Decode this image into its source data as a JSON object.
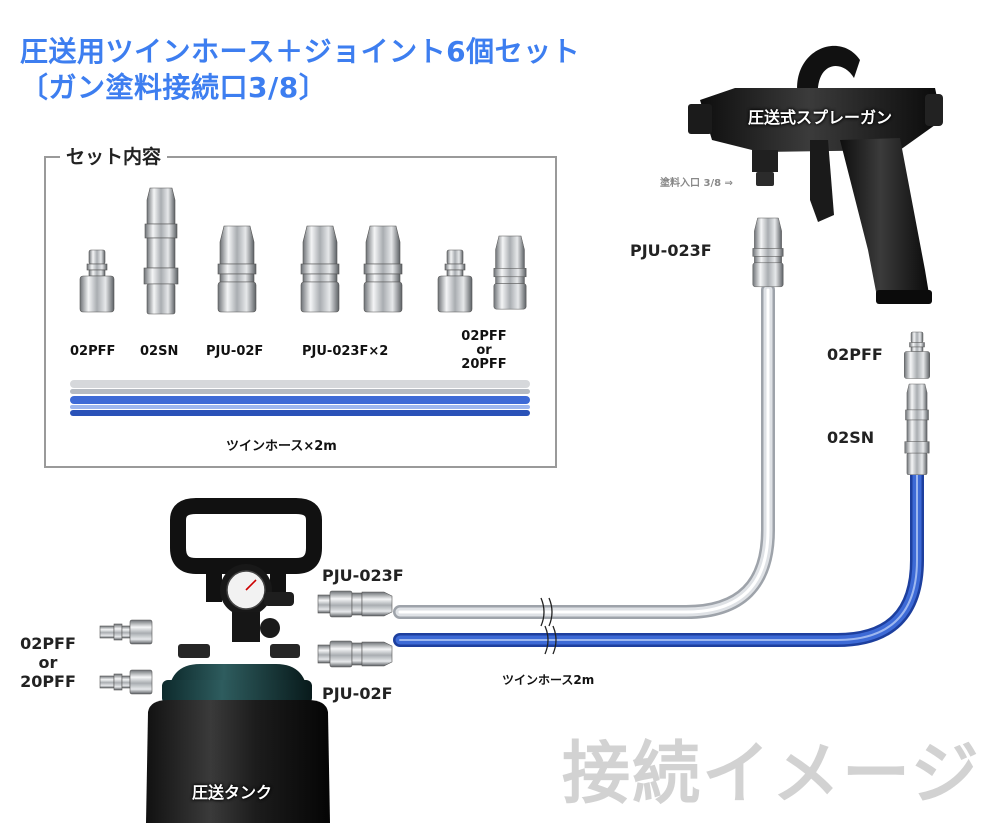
{
  "title": {
    "line1": "圧送用ツインホース＋ジョイント6個セット",
    "line2": "〔ガン塗料接続口3/8〕"
  },
  "set_box": {
    "heading": "セット内容",
    "items": [
      "02PFF",
      "02SN",
      "PJU-02F",
      "PJU-023F×2"
    ],
    "alt_item": [
      "02PFF",
      "or",
      "20PFF"
    ],
    "hose_label": "ツインホース×2m"
  },
  "diagram": {
    "gun_label": "圧送式スプレーガン",
    "gun_inlet_note": "塗料入口 3/8 ⇒",
    "gun_fitting_label": "PJU-023F",
    "air_plug_label": "02PFF",
    "air_socket_label": "02SN",
    "tank_fitting_top_label": "PJU-023F",
    "tank_fitting_bottom_label": "PJU-02F",
    "tank_alt_label": [
      "02PFF",
      "or",
      "20PFF"
    ],
    "hose_label": "ツインホース2m",
    "tank_label": "圧送タンク",
    "watermark": "接続イメージ"
  },
  "colors": {
    "title_blue": "#3d7ef0",
    "hose_blue": "#2f5fd0",
    "hose_clear": "#c8cdd4"
  }
}
